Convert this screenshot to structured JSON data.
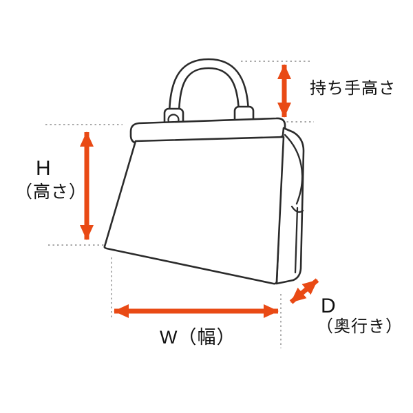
{
  "diagram_title": "bag-dimension-diagram",
  "labels": {
    "handle_height": "持ち手高さ",
    "height_letter": "H",
    "height_paren": "（高さ）",
    "width": "W（幅）",
    "depth_letter": "D",
    "depth_paren": "（奥行き）"
  },
  "colors": {
    "arrow": "#e94a15",
    "outline": "#2b2b2b",
    "guide": "#8c8c8c",
    "background": "#ffffff"
  }
}
